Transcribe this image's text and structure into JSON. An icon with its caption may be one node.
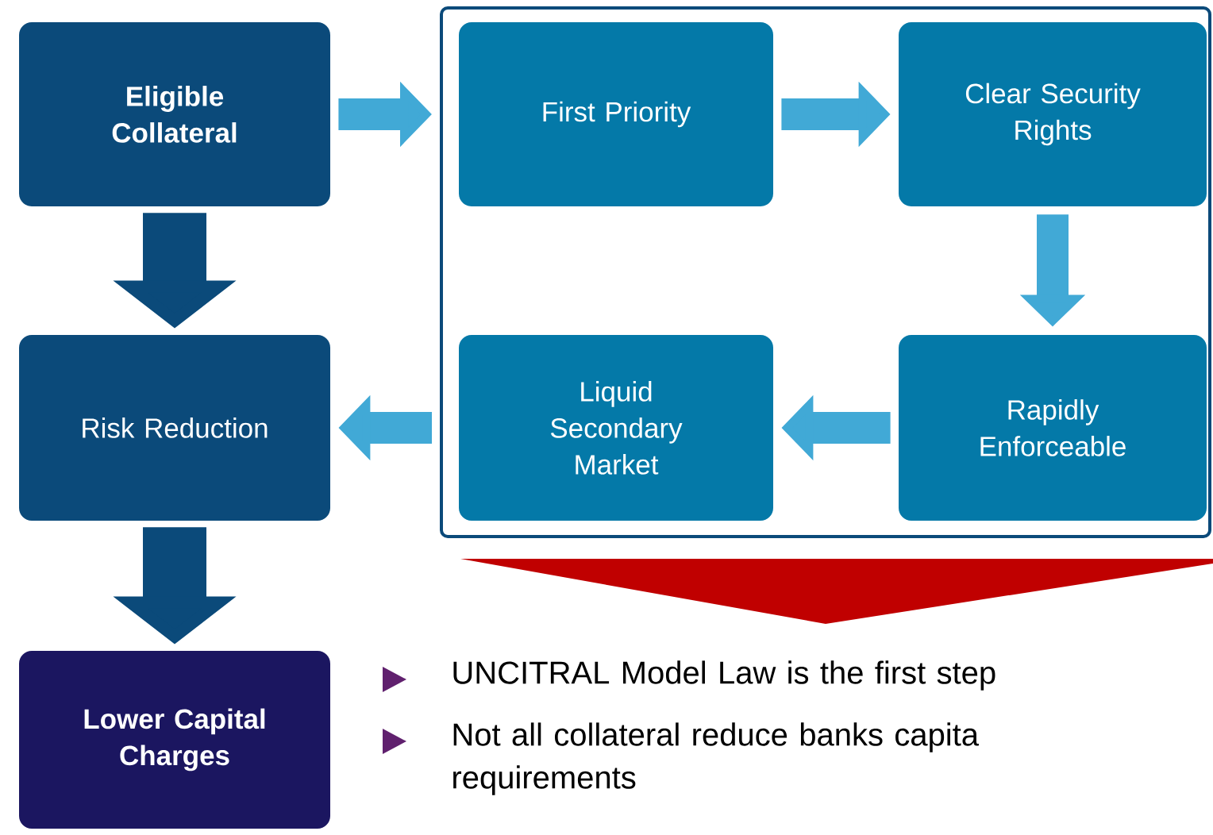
{
  "diagram": {
    "nodes": [
      {
        "text": [
          "Eligible Collateral"
        ]
      },
      {
        "text": [],
        "shape": "box"
      },
      {
        "text": [
          "First Priority"
        ],
        "in": 1
      },
      {
        "text": [
          "Clear Security Rights"
        ],
        "in": 1
      },
      {
        "text": [
          "Rapidly Enforceable"
        ],
        "in": 1
      },
      {
        "text": [
          "Liquid Secondary Market"
        ],
        "in": 1
      },
      {
        "text": [
          "Risk Reduction"
        ]
      },
      {
        "text": [
          "Lower Capital Charges"
        ]
      }
    ],
    "edges": [
      {
        "from": 0,
        "to": 1,
        "arrow": "to"
      },
      {
        "from": 2,
        "to": 3,
        "arrow": "to"
      },
      {
        "from": 3,
        "to": 4,
        "arrow": "to"
      },
      {
        "from": 4,
        "to": 5,
        "arrow": "to"
      },
      {
        "from": 1,
        "to": 6,
        "arrow": "to"
      },
      {
        "from": 0,
        "to": 6,
        "arrow": "to",
        "style": "thick",
        "color": "#0b4a7a"
      },
      {
        "from": 6,
        "to": 7,
        "arrow": "to",
        "style": "thick",
        "color": "#0b4a7a"
      }
    ],
    "labels": [
      "UNCITRAL Model Law is the first step",
      "Not all collateral reduce banks capita requirements"
    ]
  }
}
